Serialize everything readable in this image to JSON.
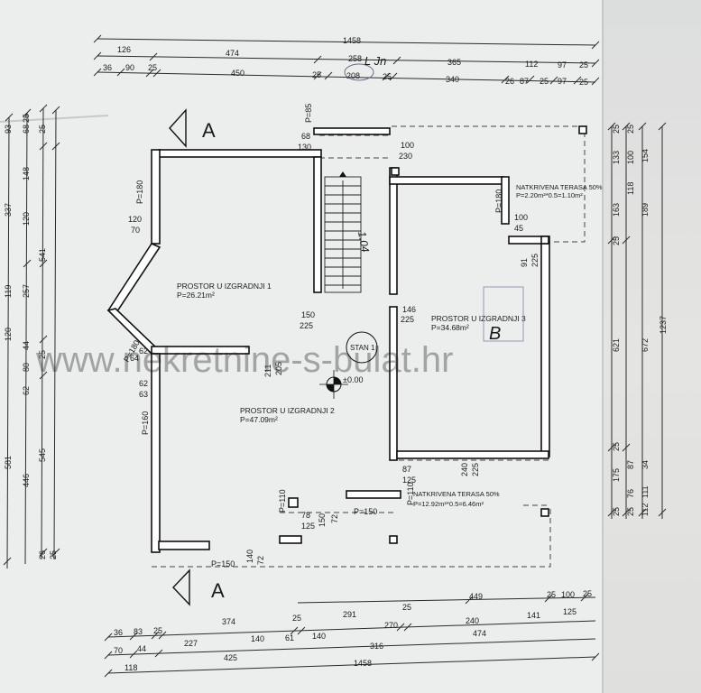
{
  "top_dims": {
    "overall": "1458",
    "row2": [
      "126",
      "474",
      "258",
      "365"
    ],
    "row3": [
      "36",
      "90",
      "25",
      "450",
      "25",
      "208",
      "25",
      "340",
      "26",
      "87",
      "25",
      "97",
      "25"
    ],
    "row2_right": [
      "112",
      "97",
      "25"
    ]
  },
  "bottom_dims": {
    "row1": [
      "449",
      "25",
      "100",
      "25"
    ],
    "row2": [
      "36",
      "83",
      "25",
      "374",
      "25",
      "291",
      "25",
      "270",
      "240",
      "141",
      "125"
    ],
    "row3": [
      "70",
      "44",
      "227",
      "140",
      "61",
      "140",
      "316",
      "474"
    ],
    "row4": [
      "118",
      "425",
      "1458"
    ]
  },
  "left_dims": [
    "93",
    "68",
    "25",
    "337",
    "148",
    "25",
    "120",
    "541",
    "119",
    "257",
    "120",
    "44",
    "80",
    "25",
    "62",
    "581",
    "446",
    "545",
    "26",
    "25"
  ],
  "right_dims": [
    "25",
    "133",
    "100",
    "25",
    "154",
    "118",
    "163",
    "189",
    "25",
    "621",
    "672",
    "1237",
    "25",
    "175",
    "87",
    "34",
    "25",
    "76",
    "111",
    "25",
    "112"
  ],
  "section_markers": [
    "A",
    "A"
  ],
  "rooms": [
    {
      "name": "PROSTOR U IZGRADNJI 1",
      "area": "P=26.21m²"
    },
    {
      "name": "PROSTOR U IZGRADNJI 2",
      "area": "P=47.09m²"
    },
    {
      "name": "PROSTOR U IZGRADNJI 3",
      "area": "P=34.68m²"
    }
  ],
  "terrace_top": {
    "name": "NATKRIVENA TERASA 50%",
    "area": "P=2.20m²*0.5=1.10m²"
  },
  "terrace_bottom": {
    "name": "NATKRIVENA TERASA 50%",
    "area": "P=12.92m²*0.5=6.46m²"
  },
  "unit_label": "STAN 1",
  "level_mark": "±0.00",
  "openings": [
    "P=85",
    "68",
    "130",
    "100",
    "230",
    "P=180",
    "120",
    "70",
    "P=180",
    "100",
    "45",
    "91",
    "225",
    "150",
    "225",
    "146",
    "225",
    "P=180",
    "62",
    "64",
    "211",
    "205",
    "62",
    "63",
    "P=160",
    "87",
    "125",
    "240",
    "225",
    "P=110",
    "78",
    "125",
    "150",
    "72",
    "P=150",
    "P=110",
    "140",
    "72",
    "P=150"
  ],
  "handwritten": {
    "top": "L Jn",
    "stair": "1.04",
    "room3": "B"
  },
  "watermark": "www.nekretnine-s-bulat.hr"
}
